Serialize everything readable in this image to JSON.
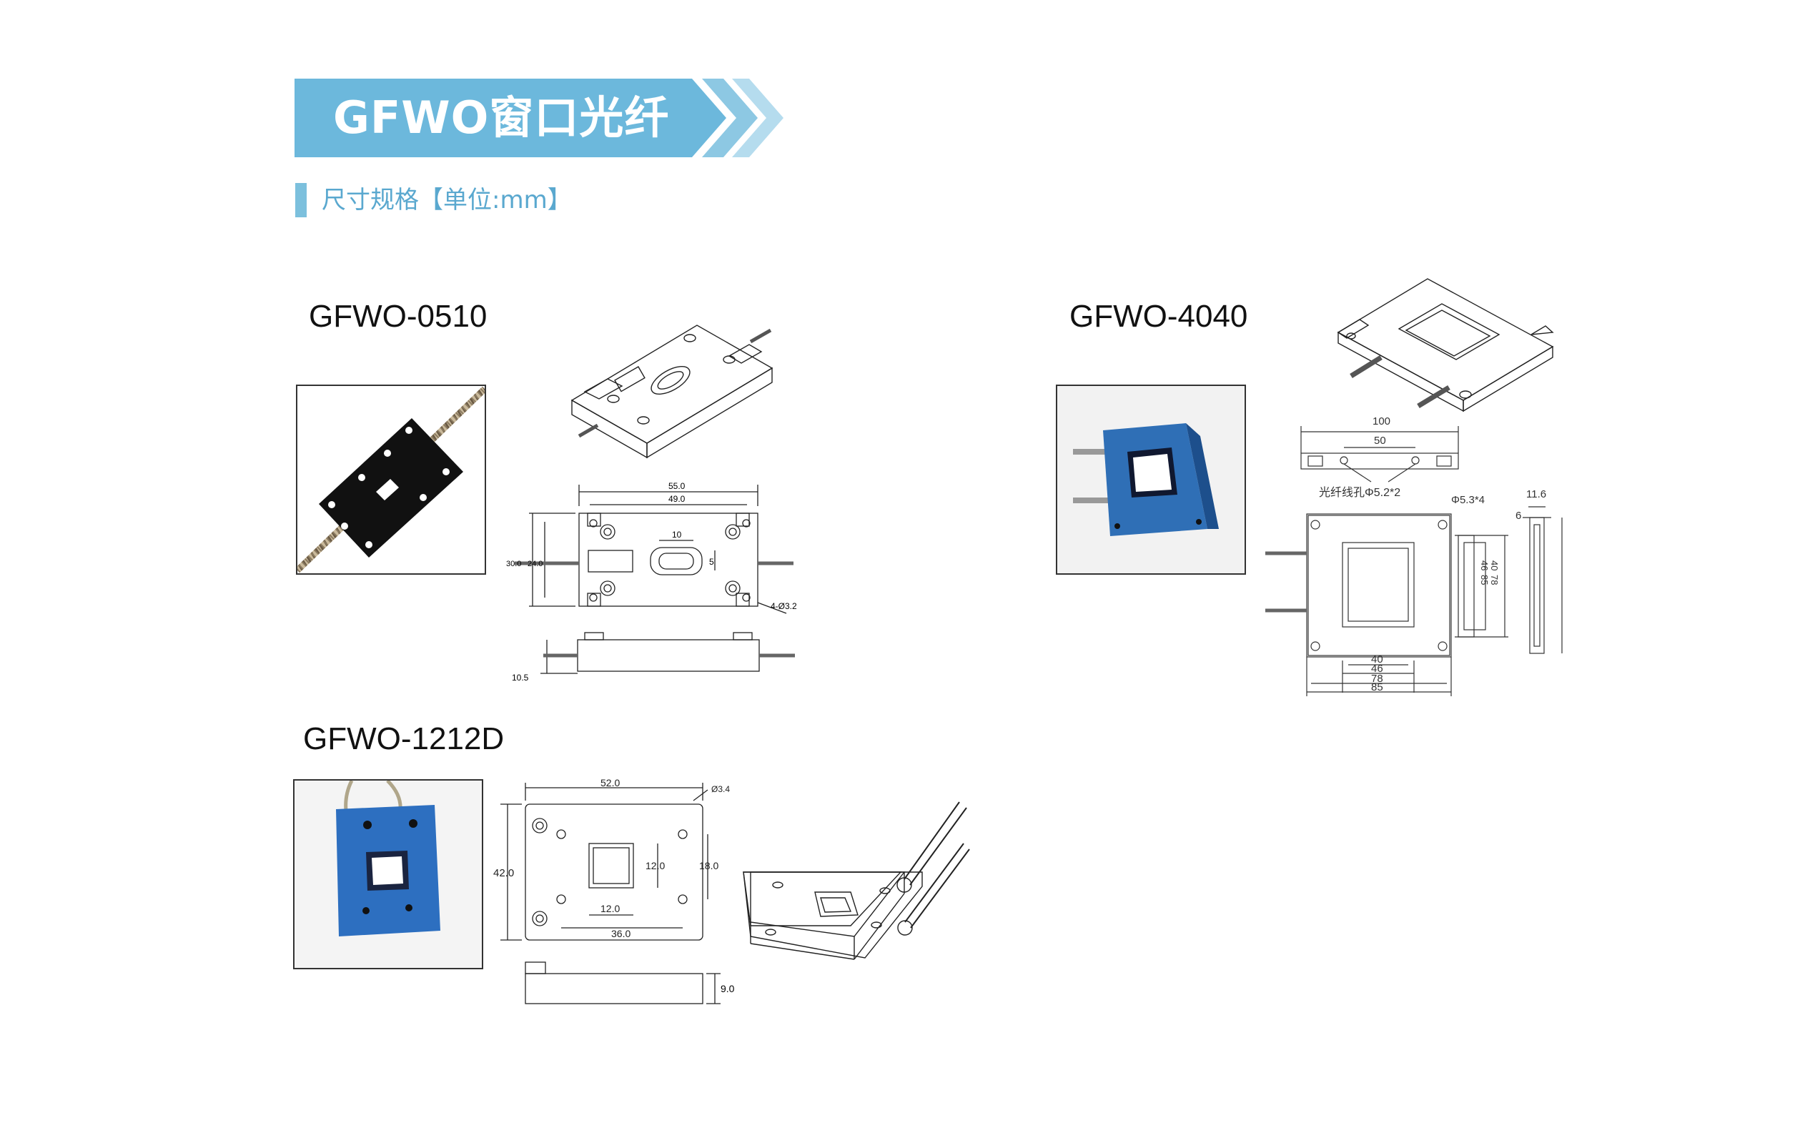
{
  "header": {
    "title": "GFWO窗口光纤",
    "subtitle": "尺寸规格【单位:mm】",
    "accent_color": "#6cb8dc",
    "accent_light": "#a9d6ea"
  },
  "products": [
    {
      "model": "GFWO-0510",
      "dimensions": {
        "length_outer": "55.0",
        "length_inner": "49.0",
        "window_w": "10",
        "window_h": "5",
        "height_outer": "30.0",
        "height_inner": "24.0",
        "holes": "4-Ø3.2",
        "thickness": "10.5"
      }
    },
    {
      "model": "GFWO-4040",
      "dimensions": {
        "top_len": "100",
        "top_inner": "50",
        "fiber_hole": "光纤线孔Φ5.2*2",
        "hole": "Φ5.3*4",
        "side_thick": "11.6",
        "side_small": "6",
        "v1": "40",
        "v2": "46",
        "v3": "78",
        "v4": "85",
        "w1": "40",
        "w2": "46",
        "w3": "78",
        "w4": "85"
      }
    },
    {
      "model": "GFWO-1212D",
      "dimensions": {
        "length": "52.0",
        "hole": "Ø3.4",
        "height": "42.0",
        "window_h": "12.0",
        "hole_spacing_v": "18.0",
        "window_w": "12.0",
        "hole_spacing_h": "36.0",
        "thickness": "9.0"
      }
    }
  ]
}
